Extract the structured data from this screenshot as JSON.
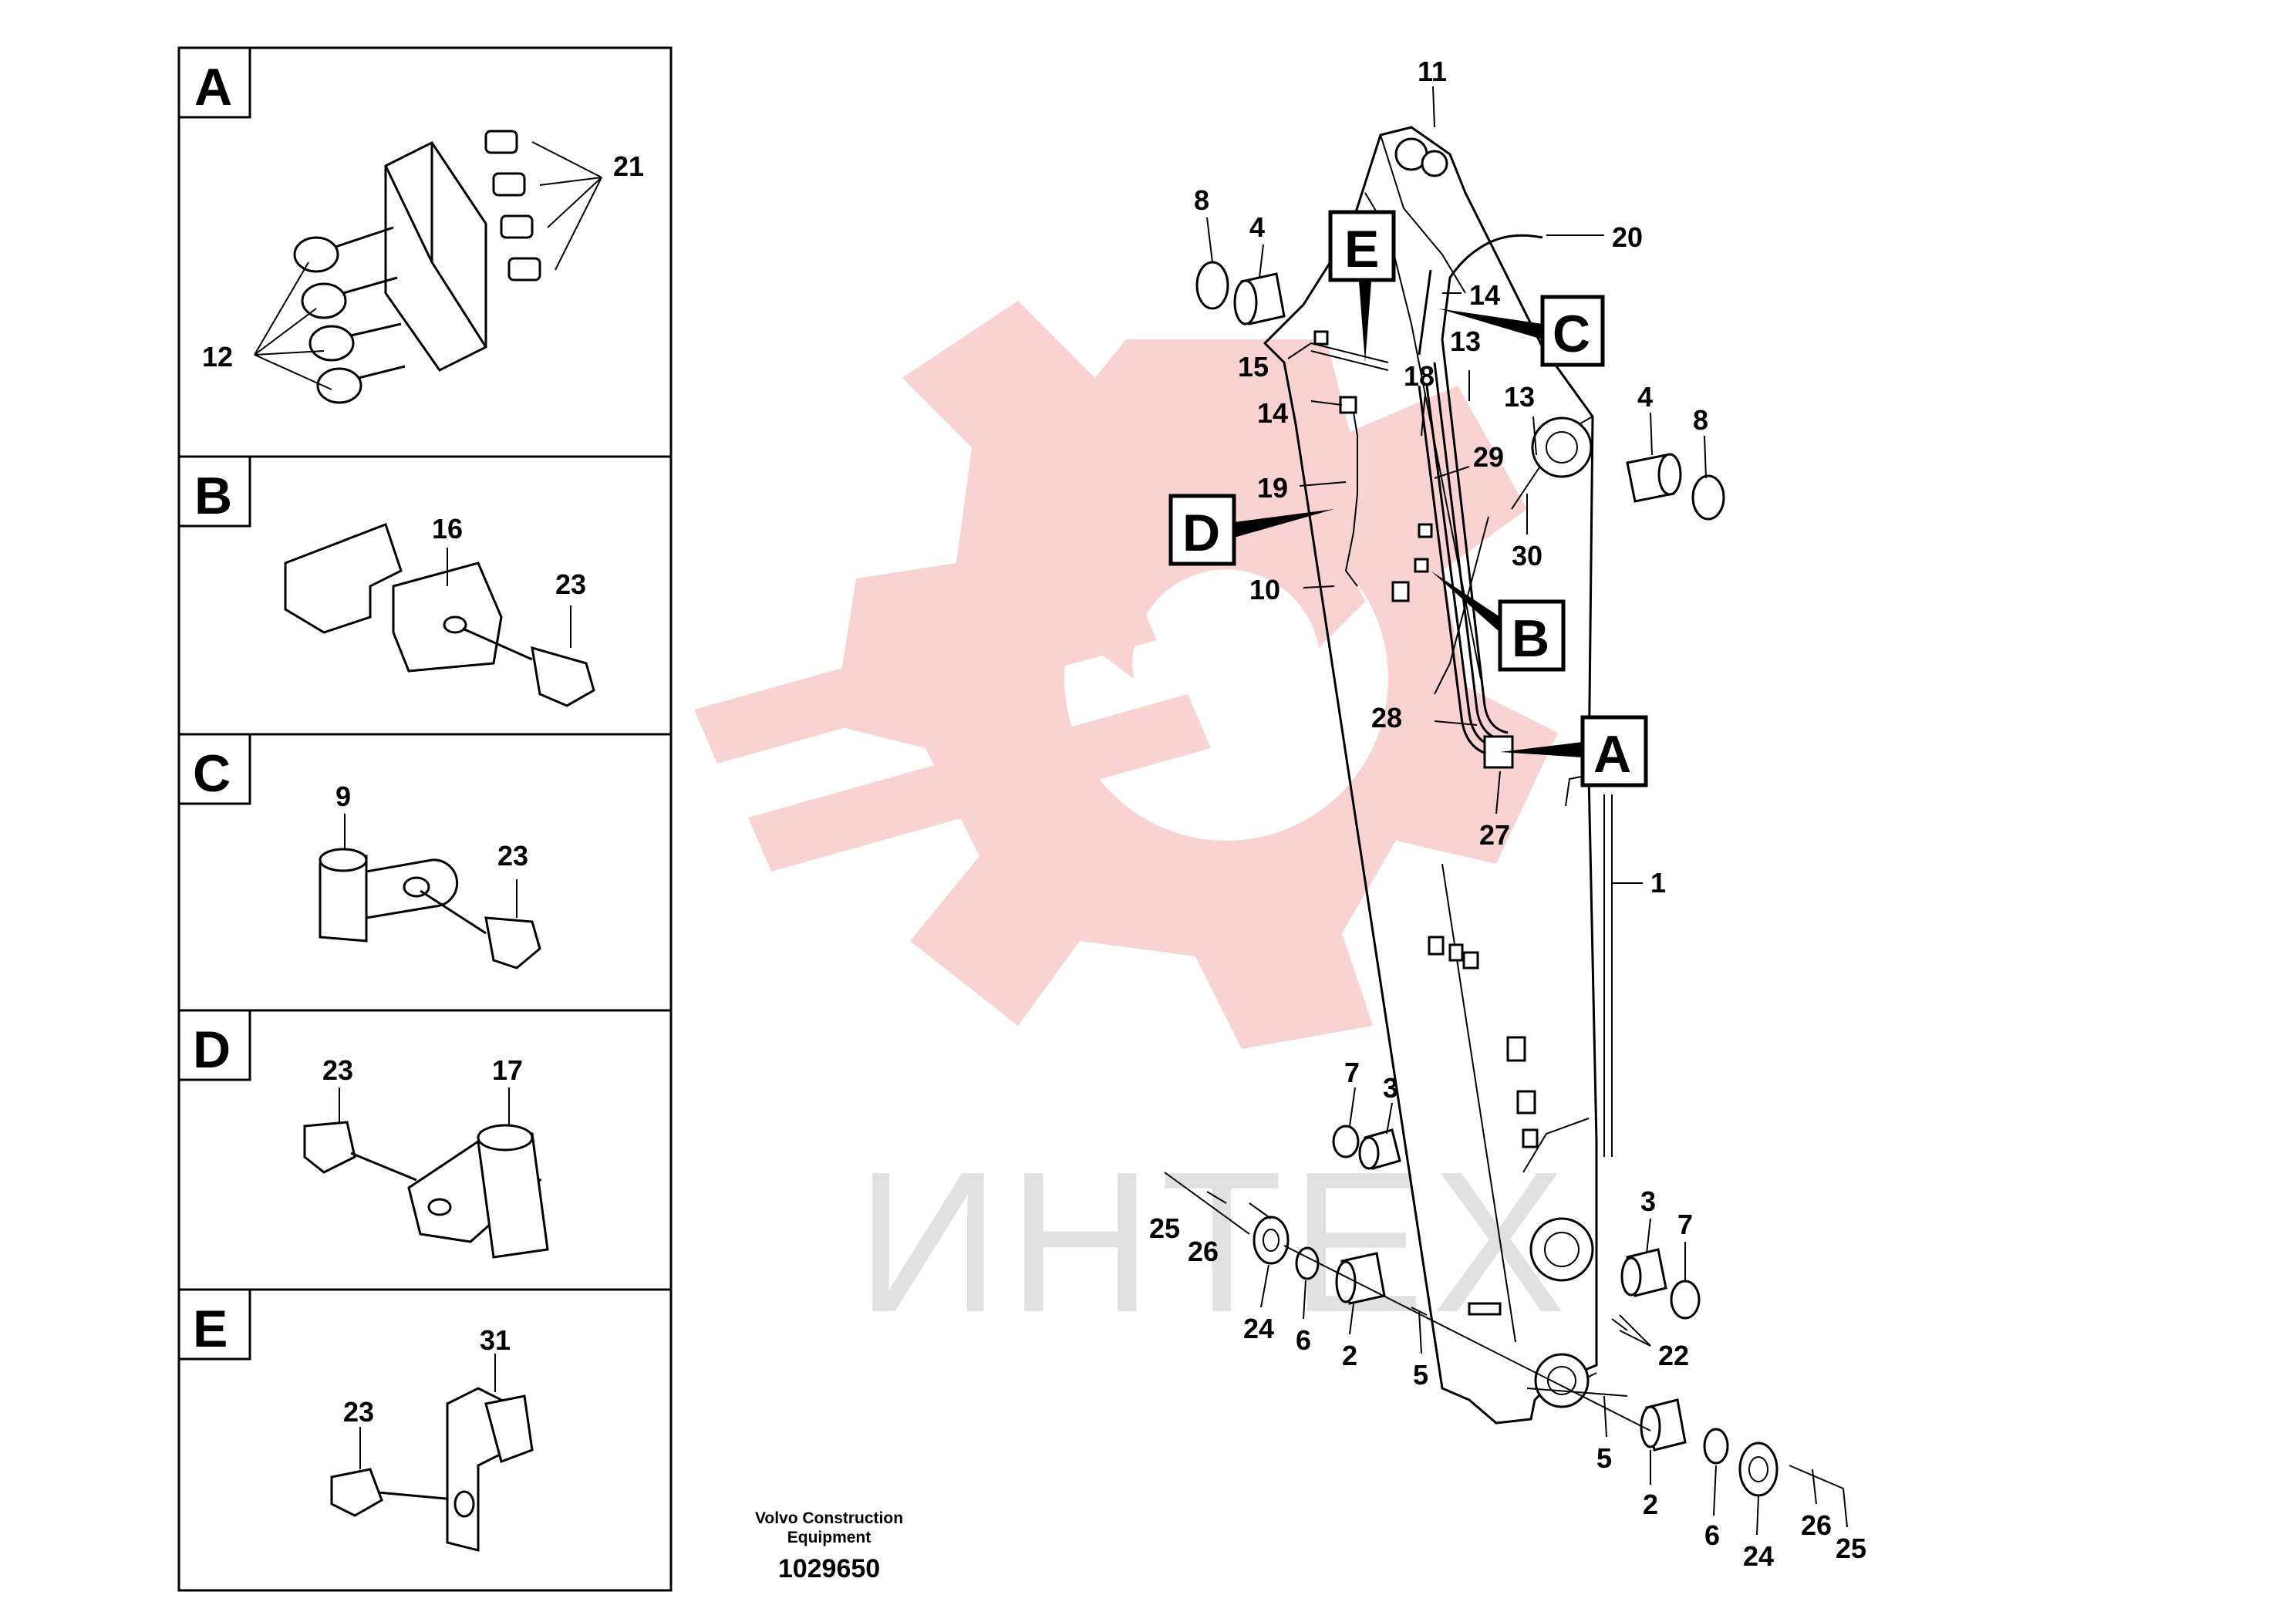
{
  "watermark": {
    "text": "ИНТЕХ",
    "color": "#f4a6a6",
    "text_color": "#d9d9d9"
  },
  "panels": {
    "A": {
      "letter": "A",
      "callouts": [
        "21",
        "12"
      ]
    },
    "B": {
      "letter": "B",
      "callouts": [
        "16",
        "23"
      ]
    },
    "C": {
      "letter": "C",
      "callouts": [
        "9",
        "23"
      ]
    },
    "D": {
      "letter": "D",
      "callouts": [
        "23",
        "17"
      ]
    },
    "E": {
      "letter": "E",
      "callouts": [
        "31",
        "23"
      ]
    }
  },
  "detail_markers": [
    "E",
    "C",
    "D",
    "B",
    "A"
  ],
  "callouts": [
    "11",
    "20",
    "8",
    "4",
    "14",
    "13",
    "15",
    "18",
    "14",
    "13",
    "4",
    "8",
    "19",
    "29",
    "30",
    "10",
    "28",
    "27",
    "1",
    "7",
    "3",
    "25",
    "26",
    "24",
    "6",
    "2",
    "5",
    "3",
    "7",
    "22",
    "5",
    "2",
    "6",
    "24",
    "26",
    "25"
  ],
  "footer": {
    "company_line1": "Volvo Construction",
    "company_line2": "Equipment",
    "drawing_number": "1029650"
  }
}
